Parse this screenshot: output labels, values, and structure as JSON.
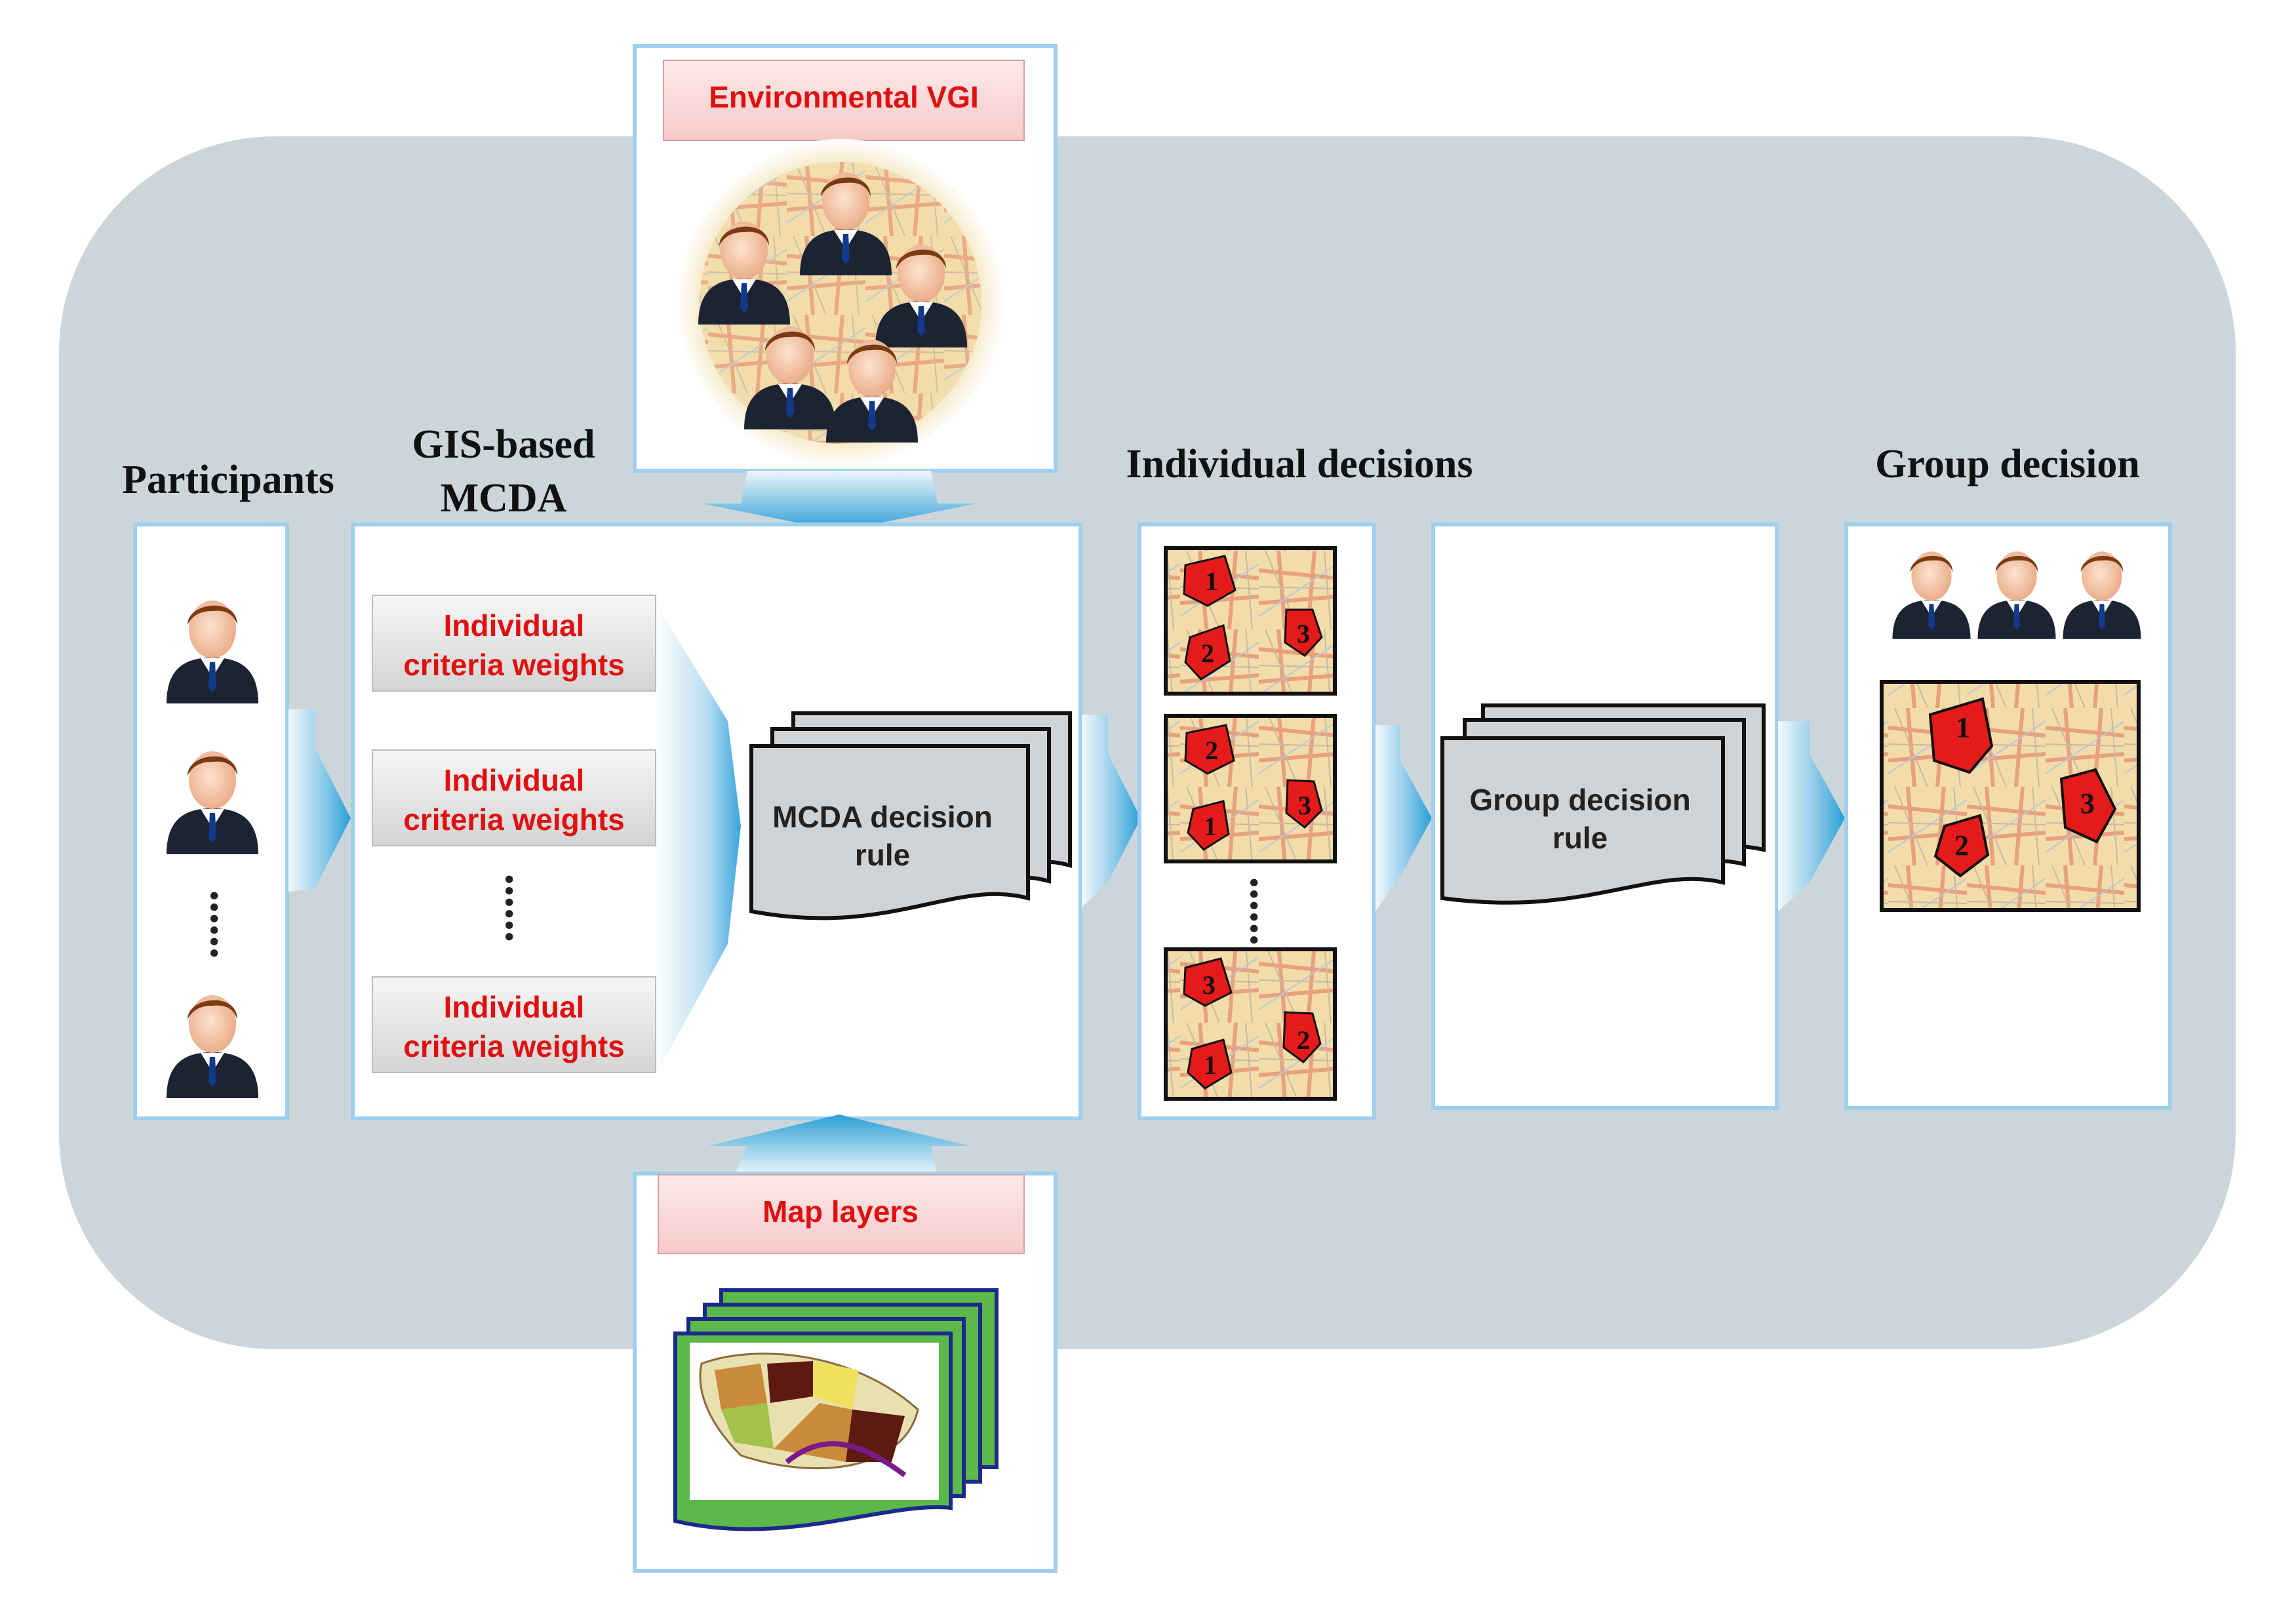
{
  "labels": {
    "participants": "Participants",
    "gis_line1": "GIS-based",
    "gis_line2": "MCDA",
    "individual_decisions": "Individual decisions",
    "group_decision": "Group decision"
  },
  "vgi": {
    "title": "Environmental VGI"
  },
  "map_layers": {
    "title": "Map layers"
  },
  "criteria": [
    {
      "line1": "Individual",
      "line2": "criteria weights"
    },
    {
      "line1": "Individual",
      "line2": "criteria weights"
    },
    {
      "line1": "Individual",
      "line2": "criteria weights"
    }
  ],
  "mcda_rule": {
    "line1": "MCDA decision",
    "line2": "rule"
  },
  "group_rule": {
    "line1": "Group decision",
    "line2": "rule"
  },
  "individual_maps": [
    {
      "labels": [
        "1",
        "2",
        "3"
      ]
    },
    {
      "labels": [
        "2",
        "1",
        "3"
      ]
    },
    {
      "labels": [
        "3",
        "1",
        "2"
      ]
    }
  ],
  "group_map": {
    "labels": [
      "1",
      "2",
      "3"
    ]
  },
  "ellipsis": "......",
  "colors": {
    "background_panel": "#ccd6da",
    "box_border": "#9fcfee",
    "label_red": "#e01010",
    "arrow_dark": "#2a9fd6",
    "arrow_light": "#eef6fb",
    "map_base": "#f2dcaa",
    "map_road": "#e9a07e",
    "polygon_red": "#e51a1a"
  }
}
